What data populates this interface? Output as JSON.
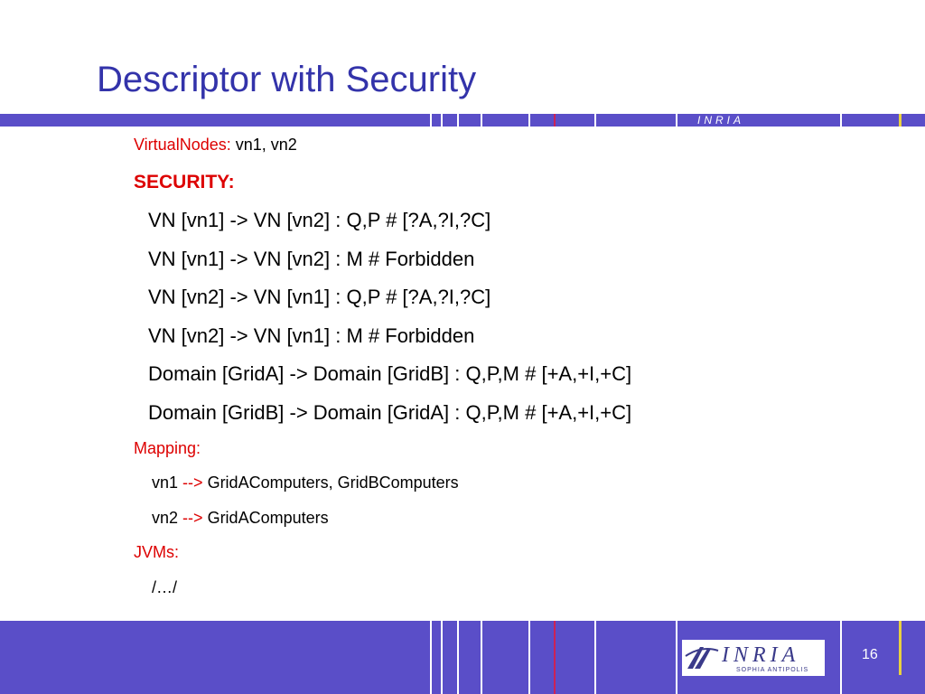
{
  "slide": {
    "title": "Descriptor with Security",
    "page_number": "16"
  },
  "logo": {
    "name": "INRIA",
    "subtitle": "SOPHIA ANTIPOLIS"
  },
  "content": {
    "virtualnodes_label": "VirtualNodes:",
    "virtualnodes_value": "vn1, vn2",
    "security_label": "SECURITY:",
    "security_rules": [
      "VN [vn1] -> VN [vn2] : Q,P  #  [?A,?I,?C]",
      "VN [vn1] -> VN [vn2] : M  #  Forbidden",
      "VN [vn2] -> VN [vn1] : Q,P  #  [?A,?I,?C]",
      "VN [vn2] -> VN [vn1] : M  # Forbidden",
      "Domain [GridA]  -> Domain [GridB] : Q,P,M  #  [+A,+I,+C]",
      "Domain [GridB]  -> Domain [GridA] : Q,P,M  #  [+A,+I,+C]"
    ],
    "mapping_label": "Mapping:",
    "mappings": [
      {
        "node": "vn1",
        "arrow": "-->",
        "target": "GridAComputers, GridBComputers"
      },
      {
        "node": "vn2",
        "arrow": "-->",
        "target": "GridAComputers"
      }
    ],
    "jvms_label": "JVMs:",
    "jvms_value": "/…/"
  },
  "colors": {
    "title": "#3333aa",
    "band": "#5a4ec8",
    "label_red": "#dd0000"
  }
}
